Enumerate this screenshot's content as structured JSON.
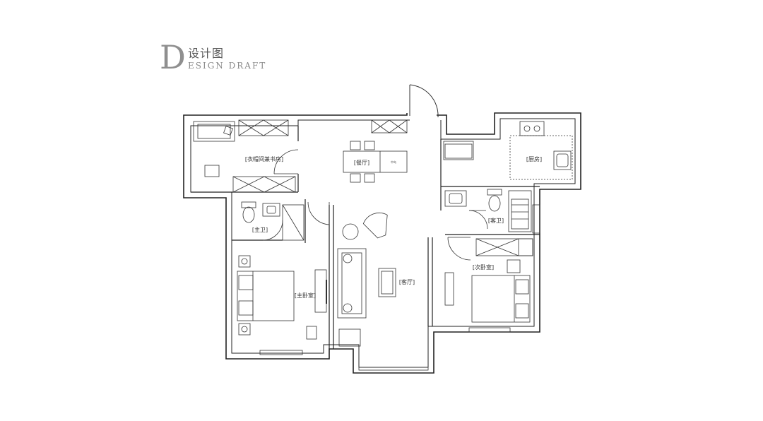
{
  "header": {
    "letter": "D",
    "title": "设计图",
    "subtitle": "ESIGN DRAFT"
  },
  "rooms": {
    "cloakroom_study": "[衣帽间兼书房]",
    "dining": "[餐厅]",
    "island": "中岛",
    "kitchen": "[厨房]",
    "master_bath": "[主卫]",
    "master_bedroom": "[主卧室]",
    "living": "[客厅]",
    "guest_bath": "[客卫]",
    "second_bedroom": "[次卧室]"
  },
  "colors": {
    "wall": "#222222",
    "line": "#333333",
    "title_gray": "#8f8f8f"
  }
}
